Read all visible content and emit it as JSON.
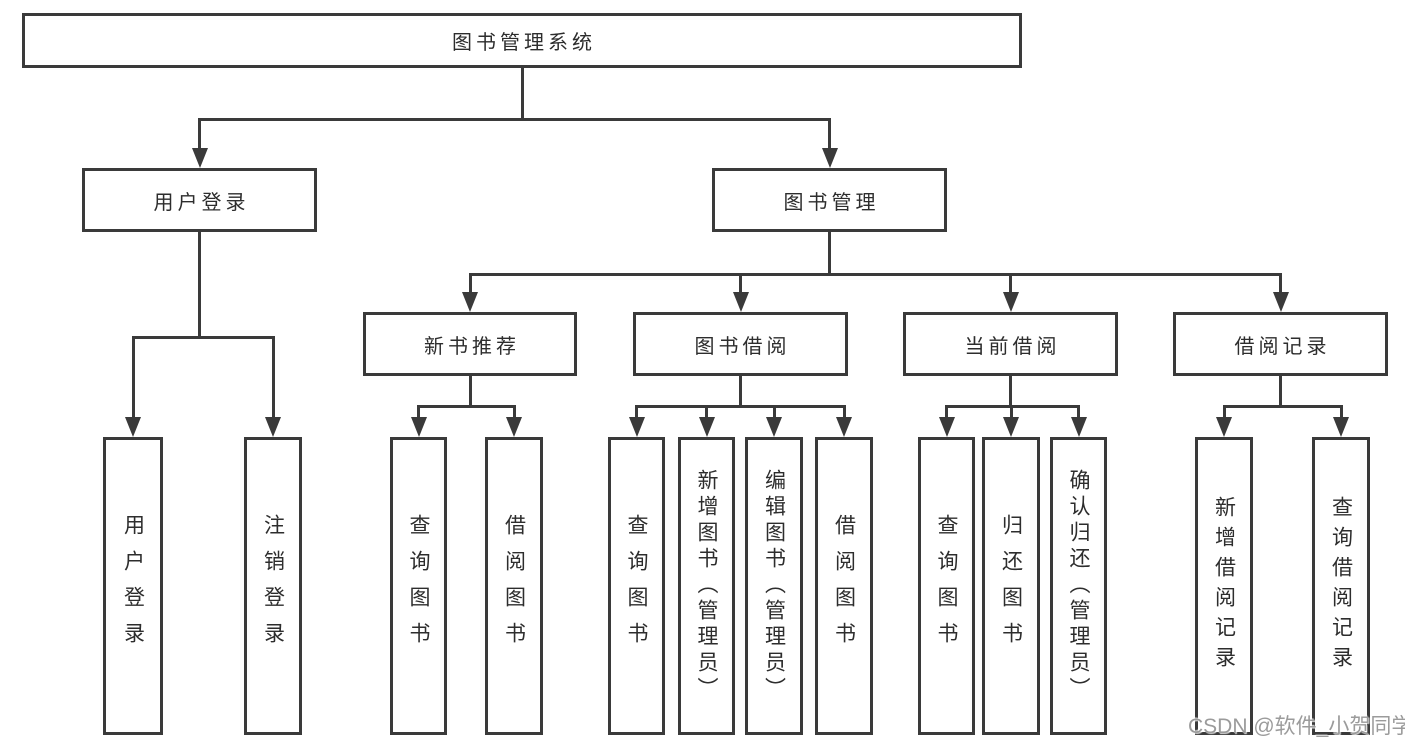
{
  "colors": {
    "line": "#3a3a3a",
    "text": "#2d2d2d",
    "background": "#ffffff",
    "watermark_gray": "#9b9b9b"
  },
  "watermark": "CSDN @软件_小贺同学",
  "tree": {
    "label": "图书管理系统",
    "children": [
      {
        "label": "用户登录",
        "children": [
          {
            "label": "用户登录"
          },
          {
            "label": "注销登录"
          }
        ]
      },
      {
        "label": "图书管理",
        "children": [
          {
            "label": "新书推荐",
            "children": [
              {
                "label": "查询图书"
              },
              {
                "label": "借阅图书"
              }
            ]
          },
          {
            "label": "图书借阅",
            "children": [
              {
                "label": "查询图书"
              },
              {
                "label": "新增图书（管理员）"
              },
              {
                "label": "编辑图书（管理员）"
              },
              {
                "label": "借阅图书"
              }
            ]
          },
          {
            "label": "当前借阅",
            "children": [
              {
                "label": "查询图书"
              },
              {
                "label": "归还图书"
              },
              {
                "label": "确认归还（管理员）"
              }
            ]
          },
          {
            "label": "借阅记录",
            "children": [
              {
                "label": "新增借阅记录"
              },
              {
                "label": "查询借阅记录"
              }
            ]
          }
        ]
      }
    ]
  }
}
